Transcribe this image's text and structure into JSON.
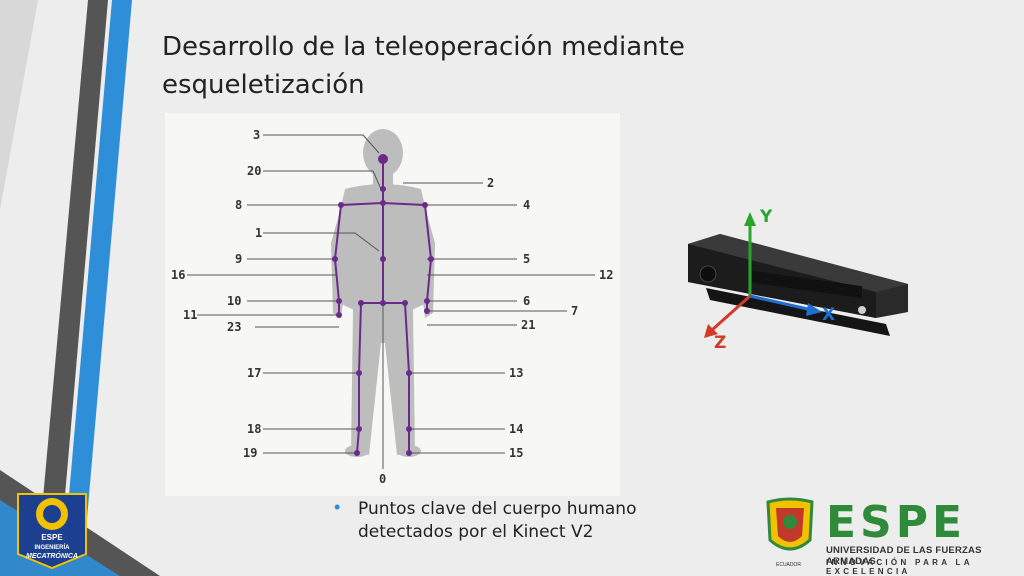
{
  "slide": {
    "title": "Desarrollo de la teleoperación mediante esqueletización",
    "bullet": "Puntos clave del cuerpo humano detectados por el Kinect V2"
  },
  "figure": {
    "left_labels": [
      "3",
      "20",
      "8",
      "1",
      "9",
      "16",
      "10",
      "11",
      "23",
      "17",
      "18",
      "19"
    ],
    "right_labels": [
      "2",
      "4",
      "5",
      "12",
      "6",
      "7",
      "21",
      "13",
      "14",
      "15"
    ],
    "bottom_label": "0"
  },
  "kinect": {
    "axis_y": "Y",
    "axis_x": "X",
    "axis_z": "Z",
    "axis_colors": {
      "y": "#2aa52a",
      "x": "#1f6fd1",
      "z": "#d23a2a"
    }
  },
  "logos": {
    "left_line1": "ESPE",
    "left_line2": "INGENIERÍA",
    "left_line3": "MECATRÓNICA",
    "espe": "ESPE",
    "espe_line1": "UNIVERSIDAD DE LAS FUERZAS ARMADAS",
    "espe_line2": "INNOVACIÓN PARA LA EXCELENCIA",
    "seal_label": "ECUADOR"
  },
  "colors": {
    "accent_blue": "#2e8fd8",
    "accent_gray": "#5a5a5a",
    "espe_green": "#2f8a3a",
    "skeleton": "#6a2a8a"
  }
}
